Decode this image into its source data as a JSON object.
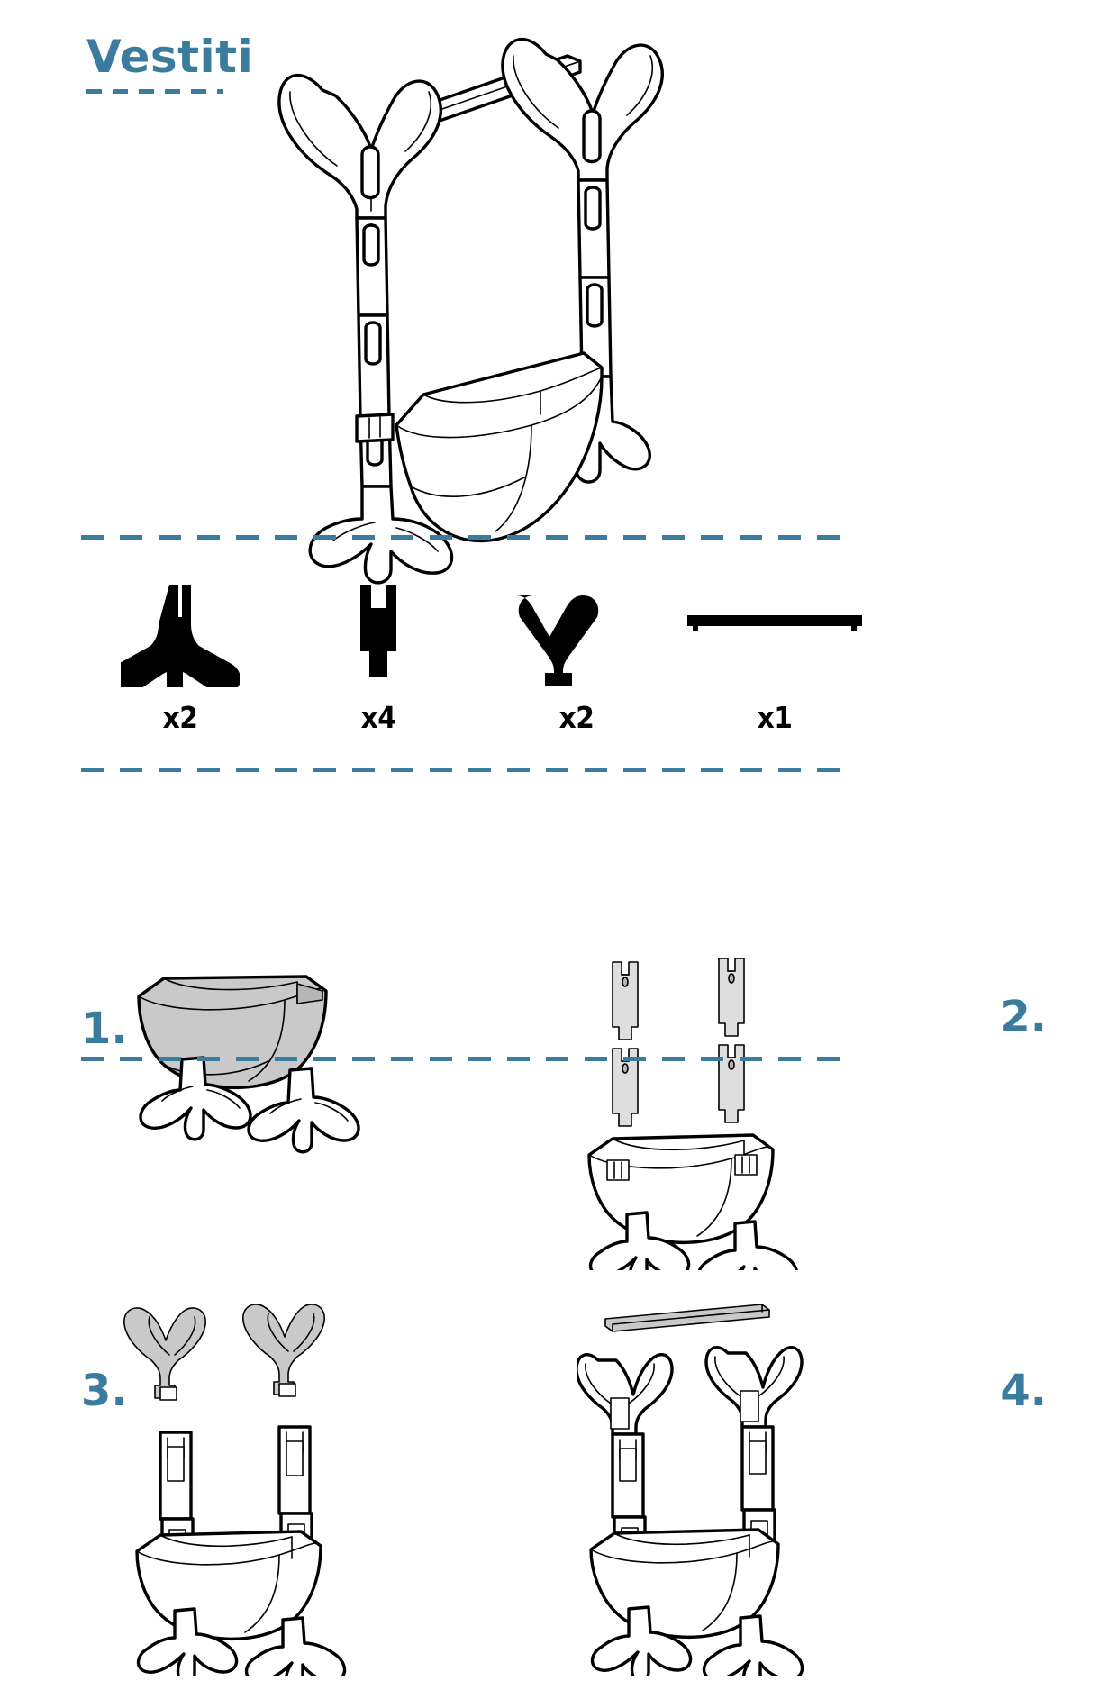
{
  "header": {
    "title": "Vestiti",
    "accent_color": "#3b7b9e"
  },
  "hero": {
    "name": "assembled-clothes-rack",
    "description": "Assembled children's clothes rack with two Y-top uprights, horizontal hanging bar, storage bin and tripod feet"
  },
  "parts": {
    "section_name": "parts-inventory",
    "items": [
      {
        "icon": "tripod-foot-icon",
        "name": "tripod-foot",
        "qty": "x2"
      },
      {
        "icon": "extension-post-icon",
        "name": "extension-post",
        "qty": "x4"
      },
      {
        "icon": "y-hook-top-icon",
        "name": "y-hook-top",
        "qty": "x2"
      },
      {
        "icon": "hanging-bar-icon",
        "name": "hanging-bar",
        "qty": "x1"
      }
    ]
  },
  "steps": [
    {
      "number": "1.",
      "name": "step-attach-feet-to-bin",
      "art": "bin-with-two-tripod-feet"
    },
    {
      "number": "2.",
      "name": "step-insert-extension-posts",
      "art": "four-posts-above-bin-assembly"
    },
    {
      "number": "3.",
      "name": "step-add-y-hook-tops",
      "art": "two-y-hooks-above-post-assembly"
    },
    {
      "number": "4.",
      "name": "step-fit-hanging-bar",
      "art": "hanging-bar-above-completed-frame"
    }
  ],
  "dividers": [
    {
      "name": "divider-below-hero"
    },
    {
      "name": "divider-below-parts"
    },
    {
      "name": "divider-between-step-rows"
    }
  ]
}
